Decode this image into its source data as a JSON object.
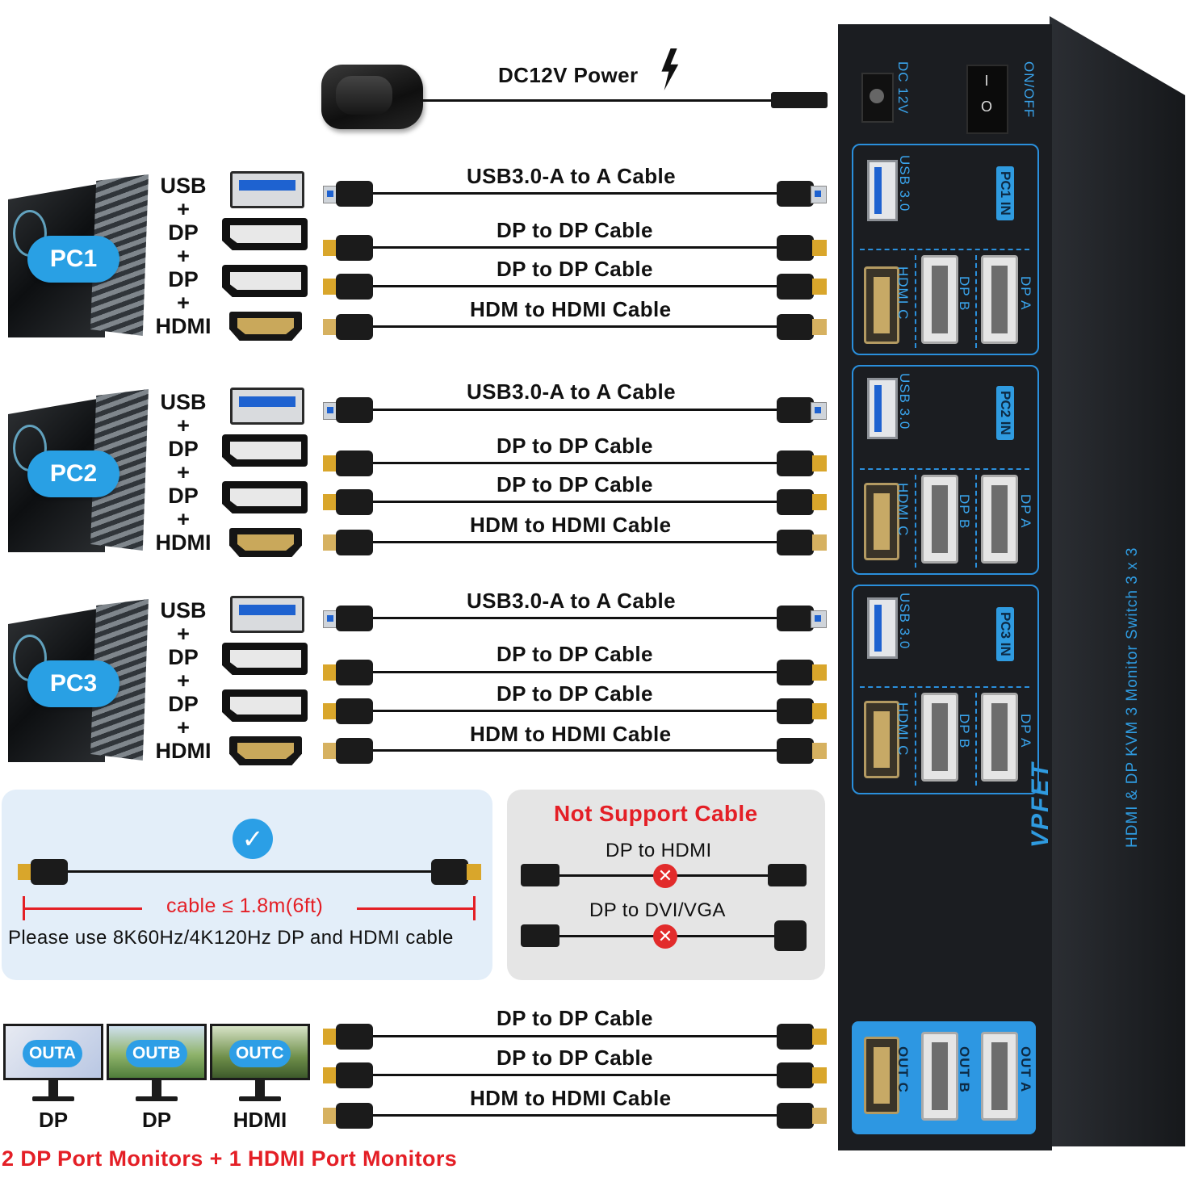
{
  "power": {
    "label": "DC12V Power"
  },
  "pcs": [
    {
      "name": "PC1",
      "stack": [
        "USB",
        "+",
        "DP",
        "+",
        "DP",
        "+",
        "HDMI"
      ]
    },
    {
      "name": "PC2",
      "stack": [
        "USB",
        "+",
        "DP",
        "+",
        "DP",
        "+",
        "HDMI"
      ]
    },
    {
      "name": "PC3",
      "stack": [
        "USB",
        "+",
        "DP",
        "+",
        "DP",
        "+",
        "HDMI"
      ]
    }
  ],
  "cables": {
    "usb": "USB3.0-A to A Cable",
    "dp": "DP to DP Cable",
    "hdmi": "HDM to HDMI Cable"
  },
  "kvm": {
    "dc_label": "DC 12V",
    "switch_label": "ON/OFF",
    "switch_on": "I",
    "switch_off": "O",
    "brand": "VPFET",
    "model": "HDMI & DP KVM 3 Monitor Switch 3 x 3",
    "usb_label": "USB 3.0",
    "hdmi_c": "HDMI C",
    "dp_b": "DP B",
    "dp_a": "DP A",
    "pc_in": [
      "PC1 IN",
      "PC2 IN",
      "PC3 IN"
    ],
    "out_c": "OUT C",
    "out_b": "OUT B",
    "out_a": "OUT A"
  },
  "supported": {
    "length": "cable ≤ 1.8m(6ft)",
    "note": "Please use 8K60Hz/4K120Hz DP and HDMI cable"
  },
  "unsupported": {
    "title": "Not Support Cable",
    "items": [
      "DP to HDMI",
      "DP to DVI/VGA"
    ]
  },
  "monitors": [
    {
      "tag": "OUTA",
      "label": "DP"
    },
    {
      "tag": "OUTB",
      "label": "DP"
    },
    {
      "tag": "OUTC",
      "label": "HDMI"
    }
  ],
  "footer": "2 DP Port Monitors + 1 HDMI Port Monitors",
  "colors": {
    "accent": "#2b9fe6",
    "warning": "#e41f26"
  }
}
